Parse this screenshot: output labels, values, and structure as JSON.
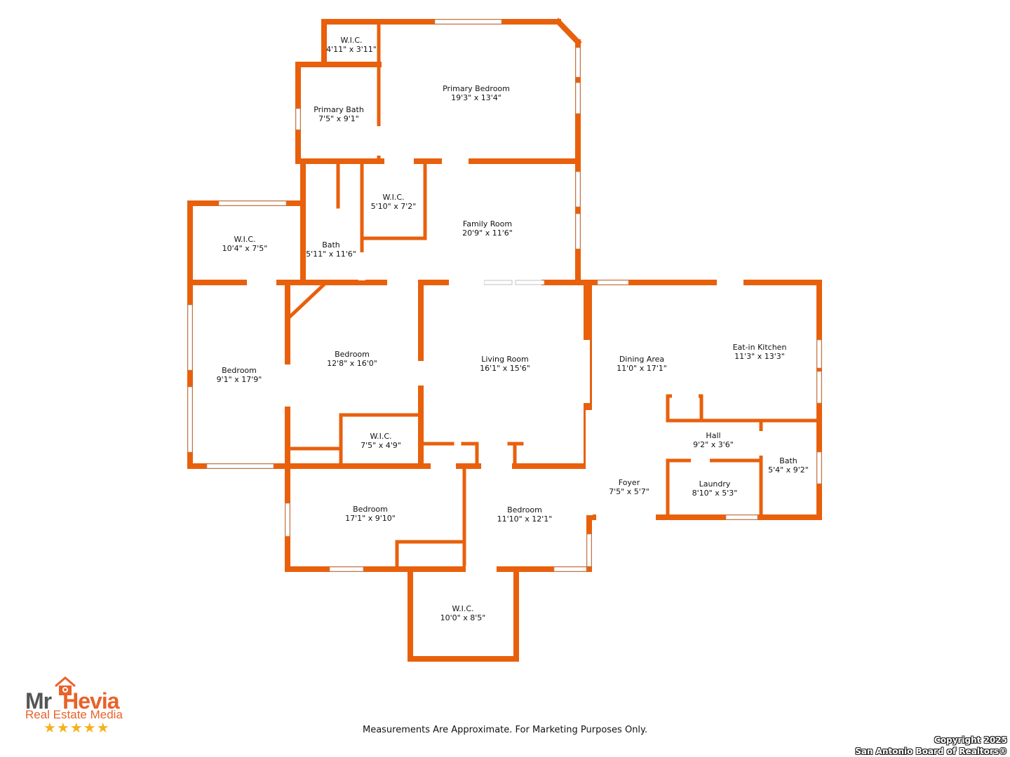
{
  "rooms": [
    {
      "name": "W.I.C.",
      "dims": "4'11\" x 3'11\""
    },
    {
      "name": "Primary Bedroom",
      "dims": "19'3\" x 13'4\""
    },
    {
      "name": "Primary Bath",
      "dims": "7'5\" x 9'1\""
    },
    {
      "name": "W.I.C.",
      "dims": "5'10\" x 7'2\""
    },
    {
      "name": "Family Room",
      "dims": "20'9\" x 11'6\""
    },
    {
      "name": "W.I.C.",
      "dims": "10'4\" x 7'5\""
    },
    {
      "name": "Bath",
      "dims": "5'11\" x 11'6\""
    },
    {
      "name": "Bedroom",
      "dims": "12'8\" x 16'0\""
    },
    {
      "name": "Bedroom",
      "dims": "9'1\" x 17'9\""
    },
    {
      "name": "Living Room",
      "dims": "16'1\" x 15'6\""
    },
    {
      "name": "Dining Area",
      "dims": "11'0\" x 17'1\""
    },
    {
      "name": "Eat-in Kitchen",
      "dims": "11'3\" x 13'3\""
    },
    {
      "name": "W.I.C.",
      "dims": "7'5\" x 4'9\""
    },
    {
      "name": "Hall",
      "dims": "9'2\" x 3'6\""
    },
    {
      "name": "Bath",
      "dims": "5'4\" x 9'2\""
    },
    {
      "name": "Foyer",
      "dims": "7'5\" x 5'7\""
    },
    {
      "name": "Laundry",
      "dims": "8'10\" x 5'3\""
    },
    {
      "name": "Bedroom",
      "dims": "17'1\" x 9'10\""
    },
    {
      "name": "Bedroom",
      "dims": "11'10\" x 12'1\""
    },
    {
      "name": "W.I.C.",
      "dims": "10'0\" x 8'5\""
    }
  ],
  "disclaimer": "Measurements Are Approximate. For Marketing Purposes Only.",
  "copyright": {
    "line1": "Copyright 2025",
    "line2": "San Antonio Board of Realtors®"
  },
  "logo": {
    "name_part1": "Mr",
    "name_part2": "Hevia",
    "subtitle": "Real Estate Media",
    "stars": "★★★★★"
  },
  "colors": {
    "wall": "#e8600c",
    "window": "#ffffff",
    "text": "#111111",
    "logo_gray": "#555555",
    "logo_orange": "#e8622a",
    "star": "#f3b21b"
  }
}
